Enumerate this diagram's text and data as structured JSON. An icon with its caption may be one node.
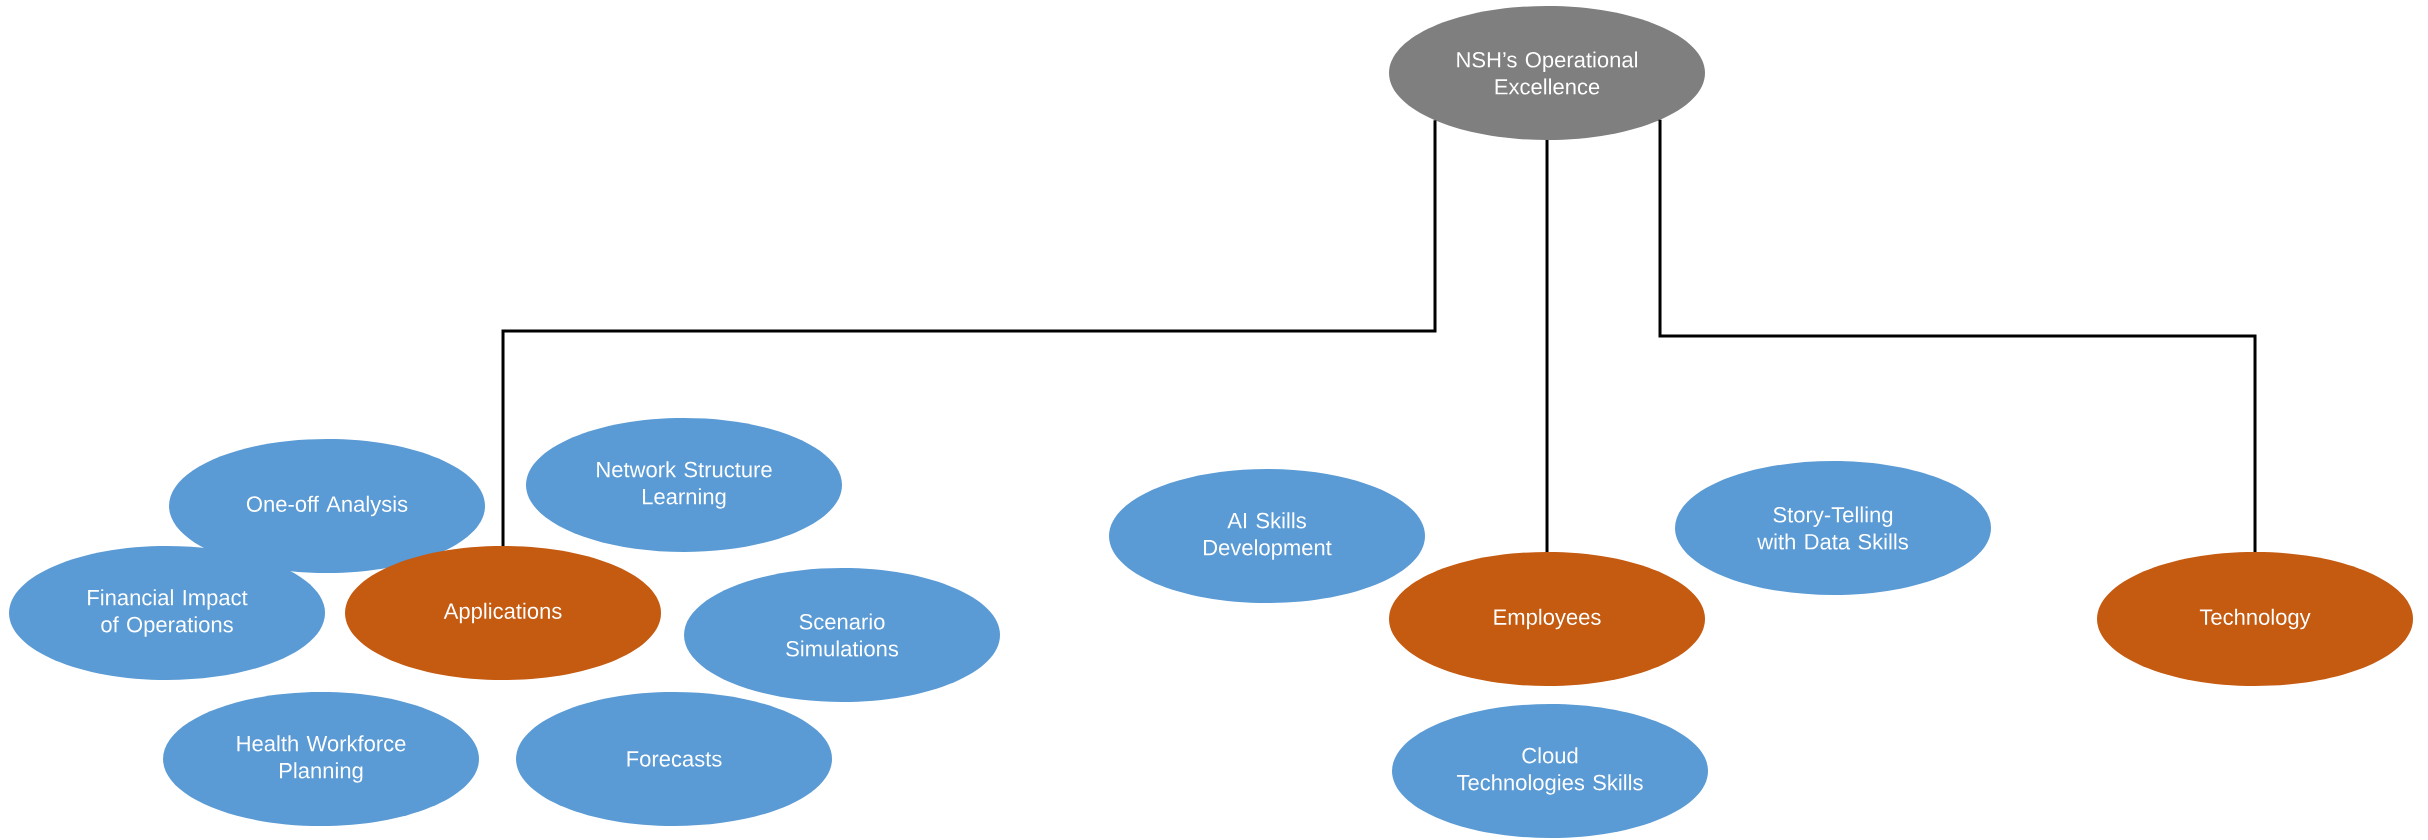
{
  "diagram": {
    "nodes": [
      {
        "text": [
          "NSH’s Operational Excellence"
        ]
      },
      {
        "text": [
          "One-off Analysis"
        ]
      },
      {
        "text": [
          "Network Structure Learning"
        ]
      },
      {
        "text": [
          "Financial Impact of Operations"
        ]
      },
      {
        "text": [
          "Applications"
        ]
      },
      {
        "text": [
          "Scenario Simulations"
        ]
      },
      {
        "text": [
          "Health Workforce Planning"
        ]
      },
      {
        "text": [
          "Forecasts"
        ]
      },
      {
        "text": [
          "AI Skills Development"
        ]
      },
      {
        "text": [
          "Employees"
        ]
      },
      {
        "text": [
          "Story-Telling with Data Skills"
        ]
      },
      {
        "text": [
          "Technology"
        ]
      },
      {
        "text": [
          "Cloud Technologies Skills"
        ]
      }
    ],
    "edges": [
      {
        "from": 0,
        "to": 4,
        "arrow": "none"
      },
      {
        "from": 0,
        "to": 9,
        "arrow": "none"
      },
      {
        "from": 0,
        "to": 11,
        "arrow": "none"
      }
    ]
  }
}
